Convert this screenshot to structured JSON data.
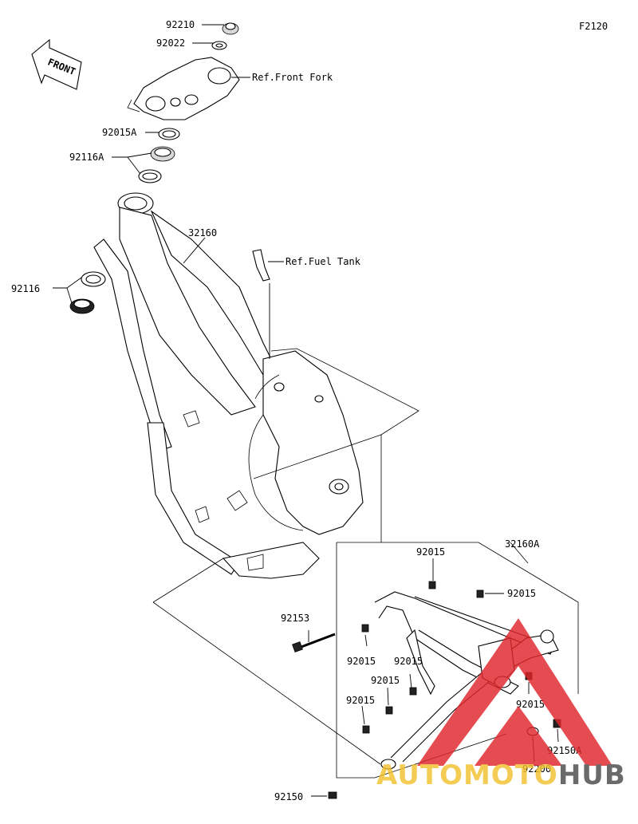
{
  "figure_code": "F2120",
  "front_arrow": "FRONT",
  "labels": {
    "p92210": "92210",
    "p92022": "92022",
    "ref_front_fork": "Ref.Front Fork",
    "p92015A": "92015A",
    "p92116A": "92116A",
    "p32160": "32160",
    "ref_fuel_tank": "Ref.Fuel Tank",
    "p92116": "92116",
    "p32160A": "32160A",
    "p92015_a": "92015",
    "p92015_b": "92015",
    "p92153": "92153",
    "p92015_c": "92015",
    "p92015_d": "92015",
    "p92015_e": "92015",
    "p92015_f": "92015",
    "p92015_g": "92015",
    "p92150A": "92150A",
    "p92200": "92200",
    "p92150": "92150"
  },
  "watermark": {
    "part1": "AUTOMOTO",
    "part2": "HUB",
    "color_red": "#e0262b",
    "color_yellow": "#f2c12e",
    "color_dark": "#4a4a4a"
  }
}
